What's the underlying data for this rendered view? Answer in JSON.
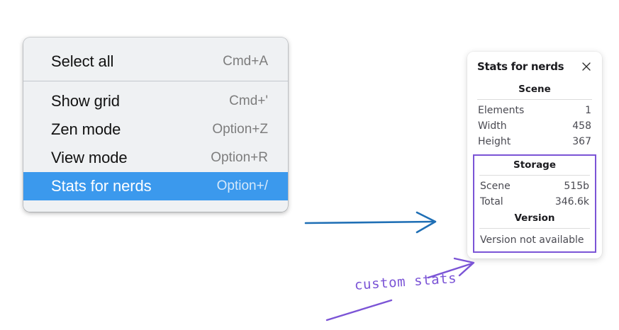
{
  "context_menu": {
    "groups": [
      {
        "items": [
          {
            "label": "Select all",
            "shortcut": "Cmd+A",
            "highlighted": false
          }
        ]
      },
      {
        "items": [
          {
            "label": "Show grid",
            "shortcut": "Cmd+'",
            "highlighted": false
          },
          {
            "label": "Zen mode",
            "shortcut": "Option+Z",
            "highlighted": false
          },
          {
            "label": "View mode",
            "shortcut": "Option+R",
            "highlighted": false
          },
          {
            "label": "Stats for nerds",
            "shortcut": "Option+/",
            "highlighted": true
          }
        ]
      }
    ],
    "highlight_color": "#3b99ed",
    "background_color": "#eff1f3"
  },
  "stats_panel": {
    "title": "Stats for nerds",
    "close_icon": "close-icon",
    "sections": [
      {
        "heading": "Scene",
        "rows": [
          {
            "key": "Elements",
            "value": "1"
          },
          {
            "key": "Width",
            "value": "458"
          },
          {
            "key": "Height",
            "value": "367"
          }
        ]
      },
      {
        "heading": "Storage",
        "rows": [
          {
            "key": "Scene",
            "value": "515b"
          },
          {
            "key": "Total",
            "value": "346.6k"
          }
        ]
      },
      {
        "heading": "Version",
        "single_line": "Version not available"
      }
    ],
    "highlight_border_color": "#7b54d6"
  },
  "annotations": {
    "handwritten_label": "custom stats",
    "ink_color": "#7b54d6",
    "flow_arrow_color": "#1f6fb5"
  }
}
